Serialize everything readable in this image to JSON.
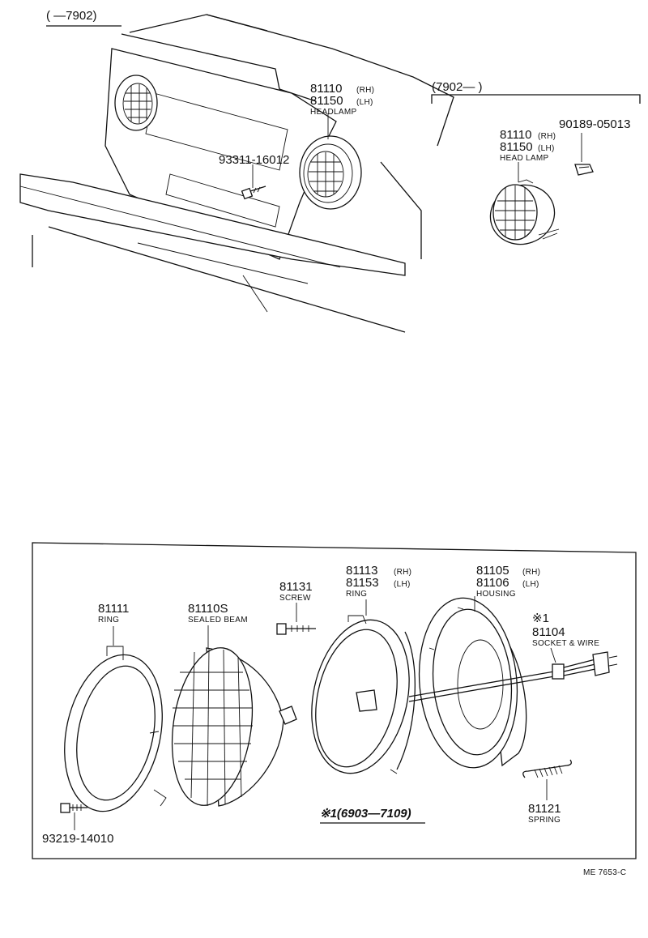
{
  "top_left": {
    "range_label": "(      —7902)",
    "headlamp": {
      "rh": "81110",
      "rh_tag": "(RH)",
      "lh": "81150",
      "lh_tag": "(LH)",
      "name": "HEADLAMP"
    },
    "screw": "93311-16012"
  },
  "top_right": {
    "range_label": "(7902—      )",
    "clip": "90189-05013",
    "headlamp": {
      "rh": "81110",
      "rh_tag": "(RH)",
      "lh": "81150",
      "lh_tag": "(LH)",
      "name": "HEAD LAMP"
    }
  },
  "exploded": {
    "ring_outer": {
      "pn": "81111",
      "name": "RING"
    },
    "sealed_beam": {
      "pn": "81110S",
      "name": "SEALED BEAM"
    },
    "screw": {
      "pn": "81131",
      "name": "SCREW"
    },
    "ring_inner": {
      "rh": "81113",
      "rh_tag": "(RH)",
      "lh": "81153",
      "lh_tag": "(LH)",
      "name": "RING"
    },
    "housing": {
      "rh": "81105",
      "rh_tag": "(RH)",
      "lh": "81106",
      "lh_tag": "(LH)",
      "name": "HOUSING"
    },
    "socket": {
      "mark": "※1",
      "pn": "81104",
      "name": "SOCKET & WIRE"
    },
    "spring": {
      "pn": "81121",
      "name": "SPRING"
    },
    "bolt": {
      "pn": "93219-14010"
    },
    "note": "※1(6903—7109)"
  },
  "footer": {
    "code": "ME  7653-C"
  }
}
